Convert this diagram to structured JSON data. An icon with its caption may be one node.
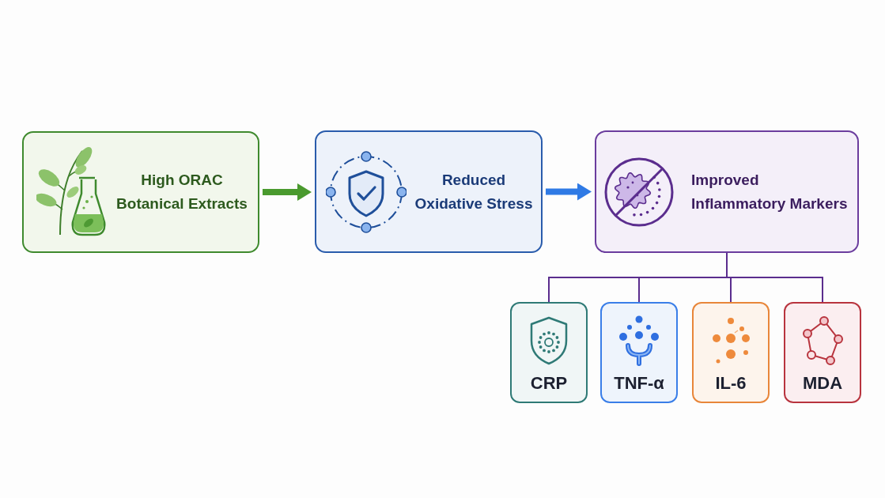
{
  "diagram": {
    "nodes": [
      {
        "text": [
          "High ORAC Botanical Extracts"
        ]
      },
      {
        "text": [
          "Reduced Oxidative Stress"
        ]
      },
      {
        "text": [
          "Improved Inflammatory Markers"
        ]
      },
      {
        "text": [
          "CRP"
        ]
      },
      {
        "text": [
          "TNF-α"
        ]
      },
      {
        "text": [
          "IL-6"
        ]
      },
      {
        "text": [
          "MDA"
        ]
      }
    ],
    "edges": [
      {
        "from": 0,
        "to": 1,
        "arrow": "to",
        "style": "thick",
        "color": "#4a9a2e"
      },
      {
        "from": 1,
        "to": 2,
        "arrow": "to",
        "style": "thick",
        "color": "#2f7ae5"
      },
      {
        "from": 2,
        "to": 3,
        "arrow": "none"
      },
      {
        "from": 2,
        "to": 4,
        "arrow": "none"
      },
      {
        "from": 2,
        "to": 5,
        "arrow": "none"
      },
      {
        "from": 2,
        "to": 6,
        "arrow": "none"
      }
    ]
  }
}
